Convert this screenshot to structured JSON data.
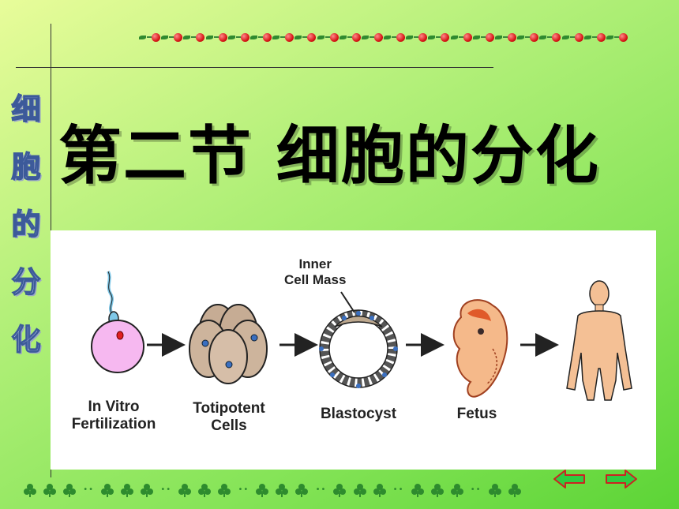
{
  "slide": {
    "vertical_title_chars": [
      "细",
      "胞",
      "的",
      "分",
      "化"
    ],
    "main_title": "第二节 细胞的分化"
  },
  "diagram": {
    "inner_label": [
      "Inner",
      "Cell Mass"
    ],
    "stages": [
      {
        "label": [
          "In Vitro",
          "Fertilization"
        ]
      },
      {
        "label": [
          "Totipotent",
          "Cells"
        ]
      },
      {
        "label": [
          "Blastocyst"
        ]
      },
      {
        "label": [
          "Fetus"
        ]
      }
    ]
  },
  "colors": {
    "egg_fill": "#f6b8f0",
    "cell_fill": "#c6ac94",
    "nucleus": "#3a6fc0",
    "fetus_fill": "#f5b98a",
    "human_fill": "#f4c095",
    "nav_button_fill": "#2ecc40",
    "nav_button_stroke": "#cc2222"
  },
  "nav": {
    "prev_icon": "arrow-left-icon",
    "next_icon": "arrow-right-icon"
  }
}
